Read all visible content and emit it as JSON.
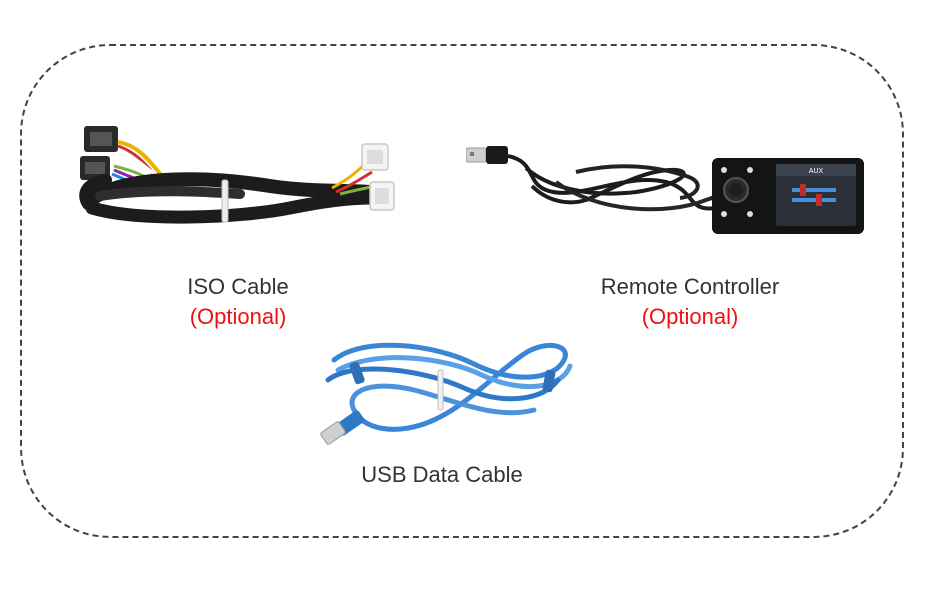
{
  "colors": {
    "frame_border": "#444444",
    "caption_text": "#333333",
    "optional_text": "#ee1111",
    "harness_black": "#1c1c1c",
    "usb_blue": "#3a86d6"
  },
  "items": {
    "iso": {
      "name": "ISO Cable",
      "note": "(Optional)",
      "icon": "wire-harness-image"
    },
    "remote": {
      "name": "Remote Controller",
      "note": "(Optional)",
      "icon": "remote-controller-image",
      "screen_label": "AUX"
    },
    "usb": {
      "name": "USB Data Cable",
      "icon": "usb-cable-image"
    }
  }
}
